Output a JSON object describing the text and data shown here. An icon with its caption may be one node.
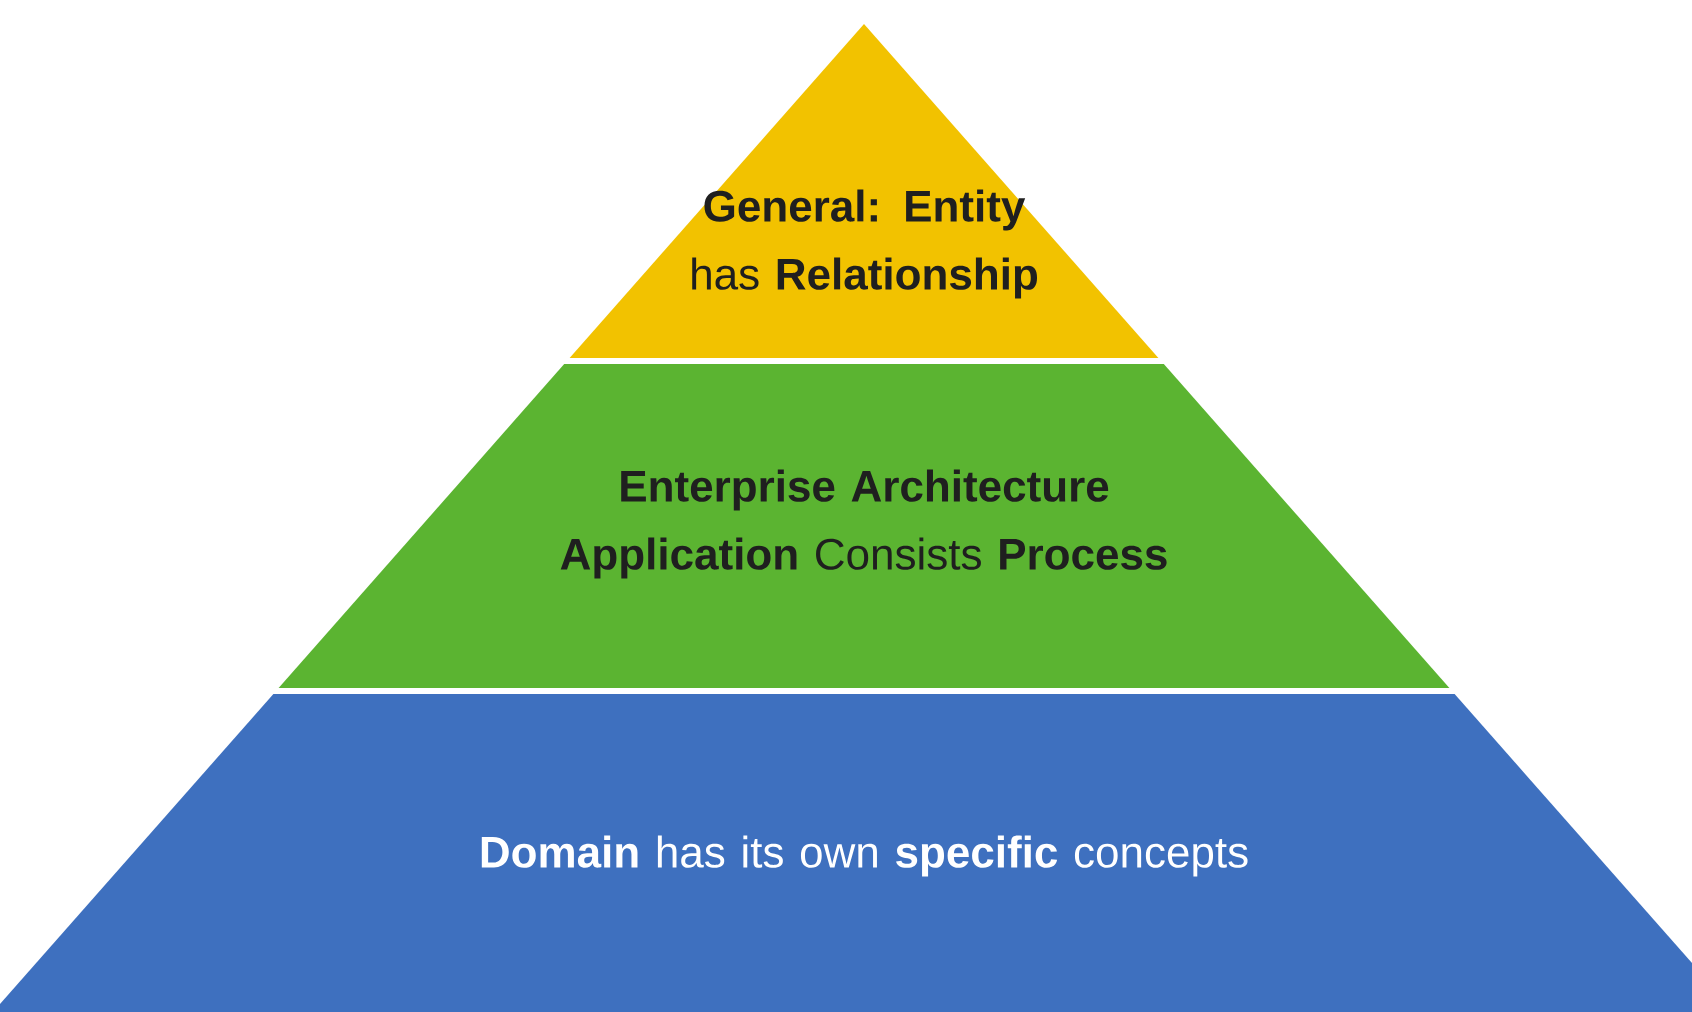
{
  "diagram": {
    "nodes": [
      {
        "text": [
          "**General: Entity** has **Relationship**"
        ]
      },
      {
        "text": [
          "**Enterprise Architecture Application** Consists **Process**"
        ]
      },
      {
        "text": [
          "**Domain** has its own **specific** concepts"
        ]
      }
    ]
  }
}
